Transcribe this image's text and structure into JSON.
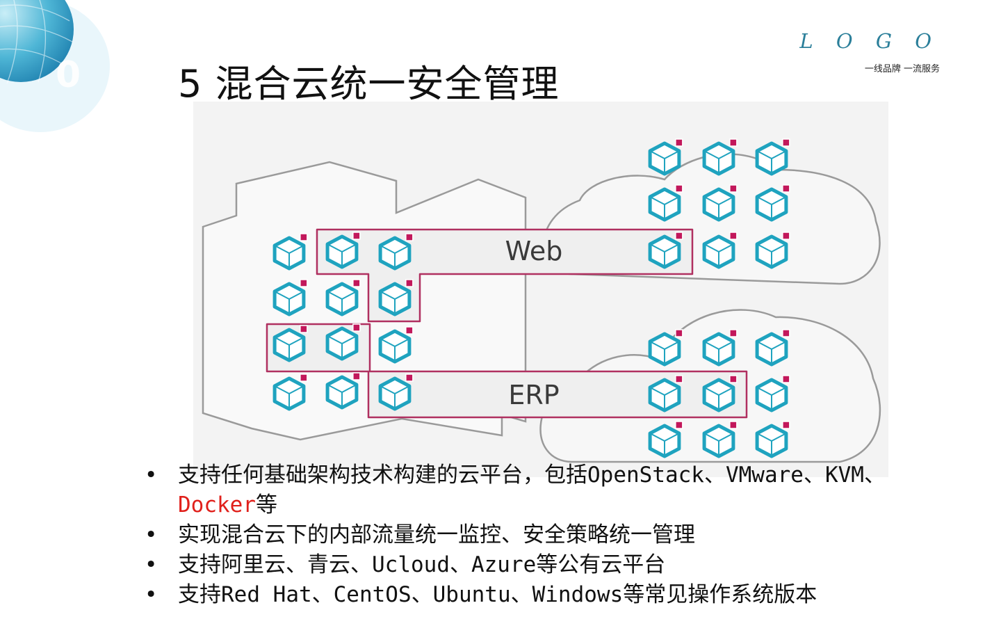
{
  "header": {
    "logo": "L O G O",
    "tagline": "一线品牌 一流服务",
    "title": "5 混合云统一安全管理",
    "globe_digit": "0"
  },
  "diagram": {
    "icons": {
      "vm": "cube-vm-icon",
      "badge": "security-badge-icon"
    },
    "colors": {
      "cube": "#1fa3bf",
      "badge": "#c2185b",
      "group_border": "#b03060",
      "outline": "#9a9a9a",
      "panel": "#efefef"
    },
    "groups": [
      {
        "id": "web",
        "label": "Web"
      },
      {
        "id": "erp",
        "label": "ERP"
      }
    ]
  },
  "bullets": [
    {
      "pre": "支持任何基础架构技术构建的云平台，包括OpenStack、VMware、KVM、",
      "highlight": "Docker",
      "post": "等"
    },
    {
      "pre": "实现混合云下的内部流量统一监控、安全策略统一管理",
      "highlight": "",
      "post": ""
    },
    {
      "pre": "支持阿里云、青云、Ucloud、Azure等公有云平台",
      "highlight": "",
      "post": ""
    },
    {
      "pre": "支持Red Hat、CentOS、Ubuntu、Windows等常见操作系统版本",
      "highlight": "",
      "post": ""
    }
  ],
  "bullet_glyph": "•"
}
